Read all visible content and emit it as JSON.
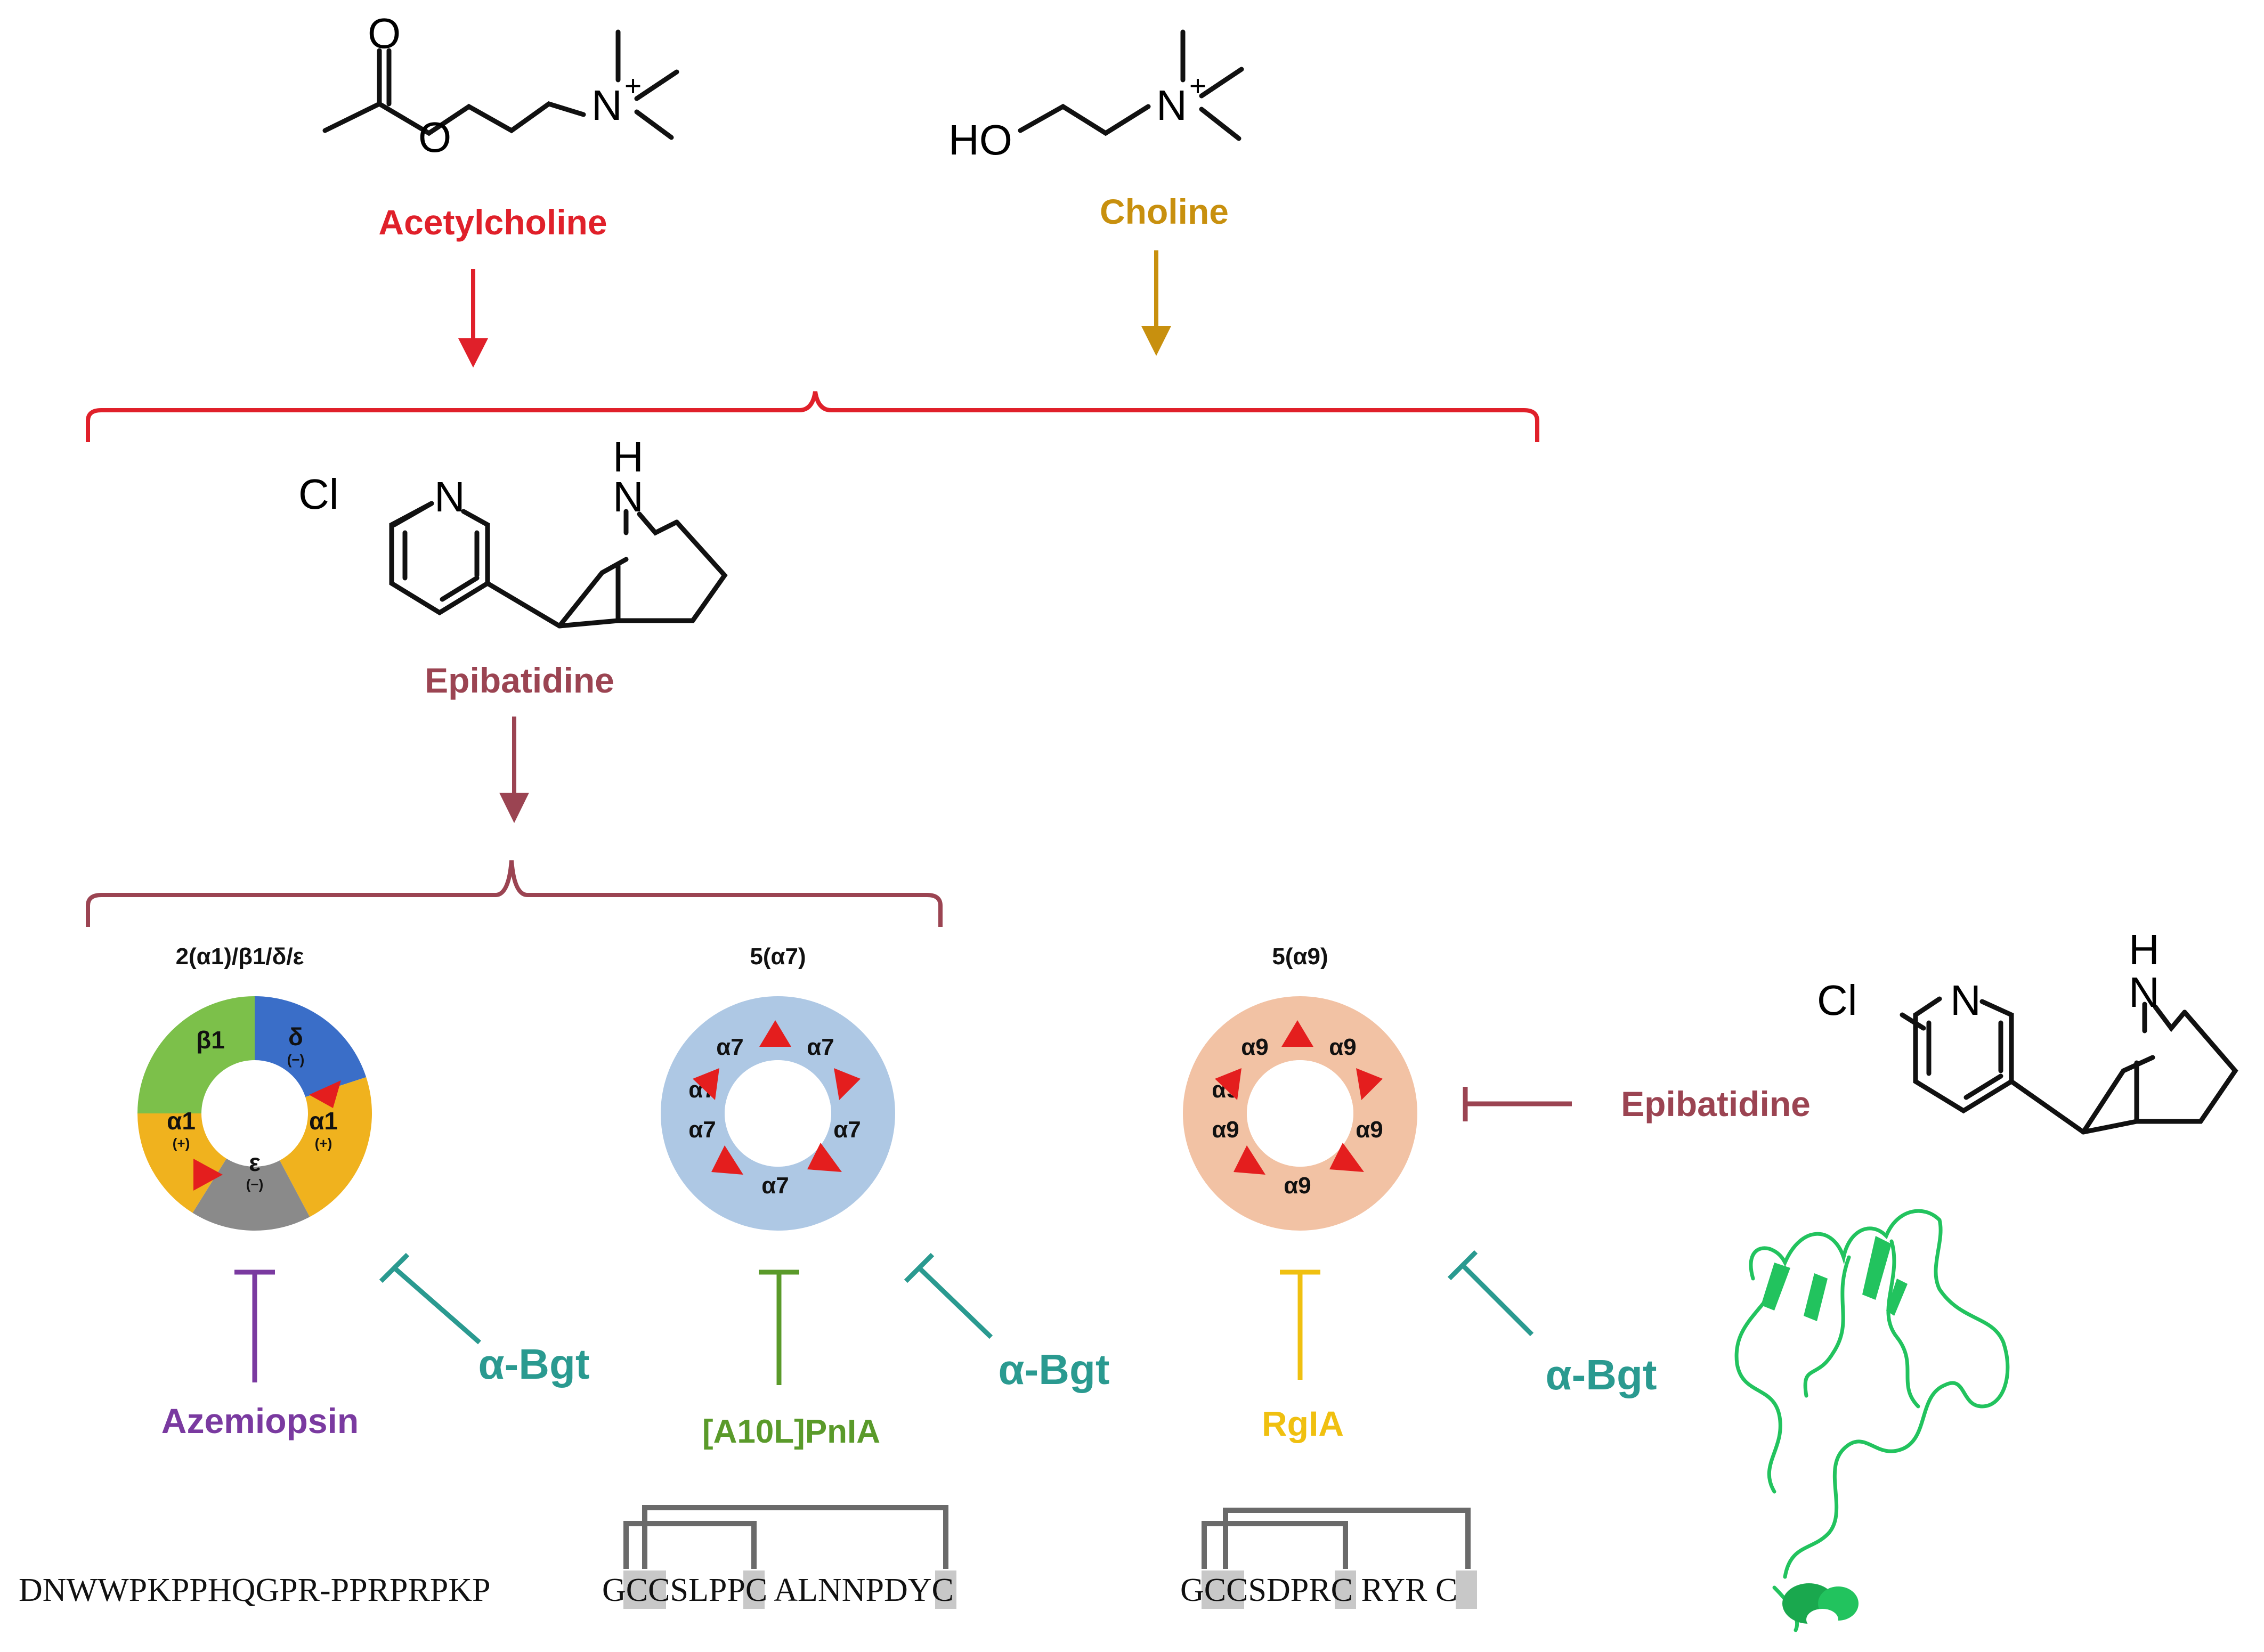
{
  "colors": {
    "acetylcholine": "#e0202a",
    "choline": "#c8900e",
    "epibatidine": "#9b4452",
    "azemiopsin": "#7a3aa0",
    "pnia": "#5a9a2a",
    "rgla": "#f0c010",
    "bgt": "#2a9a90",
    "protein": "#22c35e",
    "alpha1": "#f0b21e",
    "beta1": "#7cc04a",
    "delta": "#3a6ec8",
    "epsilon": "#8a8a8a",
    "alpha7_ring": "#aec8e4",
    "alpha9_ring": "#f2c2a4",
    "site": "#e41e1e",
    "highlight": "#c8c8c8"
  },
  "molecules": {
    "acetylcholine": {
      "name": "Acetylcholine",
      "atoms": {
        "o_carbonyl": "O",
        "o_ester": "O",
        "n": "N",
        "charge": "+"
      }
    },
    "choline": {
      "name": "Choline",
      "atoms": {
        "ho": "HO",
        "n": "N",
        "charge": "+"
      }
    },
    "epibatidine_top": {
      "name": "Epibatidine",
      "atoms": {
        "cl": "Cl",
        "n_ring": "N",
        "h": "H",
        "n_bridge": "N"
      }
    },
    "epibatidine_right": {
      "name": "Epibatidine",
      "atoms": {
        "cl": "Cl",
        "n_ring": "N",
        "h": "H",
        "n_bridge": "N"
      }
    }
  },
  "receptors": {
    "muscle": {
      "title": "2(α1)/β1/δ/ε",
      "subunits": [
        {
          "name": "β1",
          "sign": ""
        },
        {
          "name": "δ",
          "sign": "(−)"
        },
        {
          "name": "α1",
          "sign": "(+)"
        },
        {
          "name": "α1",
          "sign": "(+)"
        },
        {
          "name": "ε",
          "sign": "(−)"
        }
      ]
    },
    "alpha7": {
      "title": "5(α7)",
      "subunits": [
        "α7",
        "α7",
        "α7",
        "α7",
        "α7",
        "α7"
      ]
    },
    "alpha9": {
      "title": "5(α9)",
      "subunits": [
        "α9",
        "α9",
        "α9",
        "α9",
        "α9",
        "α9"
      ]
    }
  },
  "inhibitors": {
    "azemiopsin": "Azemiopsin",
    "pnia": "[A10L]PnIA",
    "rgla": "RgIA",
    "bgt": [
      "α-Bgt",
      "α-Bgt",
      "α-Bgt"
    ]
  },
  "sequences": {
    "azemiopsin": "DNWWPKPPHQGPR-PPRPRPKP",
    "pnia": [
      "G",
      "C",
      "C",
      "SLPP",
      "C",
      " ALNNPDY",
      "C"
    ],
    "rgla": [
      "G",
      "C",
      "C",
      "SDPR",
      "C",
      " RYR ",
      "C"
    ]
  }
}
